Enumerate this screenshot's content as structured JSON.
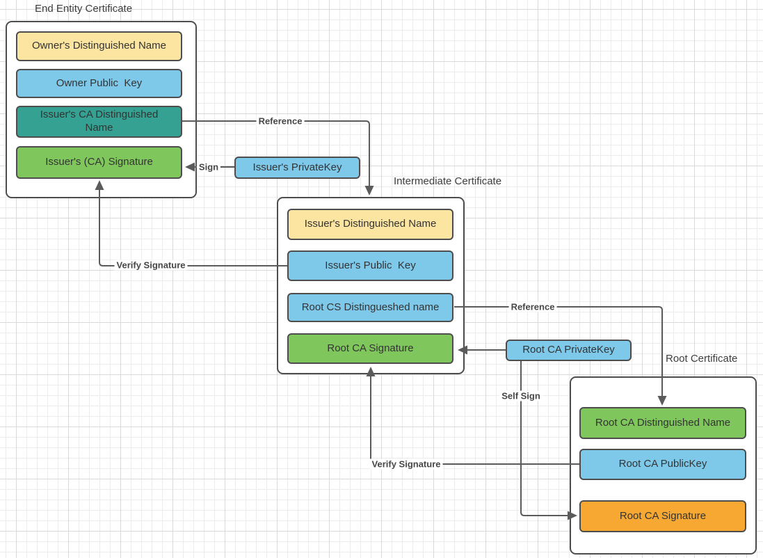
{
  "certs": {
    "end_entity": {
      "title": "End Entity Certificate",
      "fields": {
        "owner_dn": "Owner's Distinguished Name",
        "owner_public_key": "Owner Public  Key",
        "issuer_ca_dn": "Issuer's CA Distinguished Name",
        "issuer_ca_signature": "Issuer's (CA) Signature"
      }
    },
    "intermediate": {
      "title": "Intermediate Certificate",
      "fields": {
        "issuer_dn": "Issuer's Distinguished Name",
        "issuer_public_key": "Issuer's Public  Key",
        "root_cs_dn": "Root CS Distingueshed name",
        "root_ca_signature": "Root CA Signature"
      }
    },
    "root": {
      "title": "Root Certificate",
      "fields": {
        "root_ca_dn": "Root CA Distinguished Name",
        "root_ca_public_key": "Root CA PublicKey",
        "root_ca_signature": "Root CA Signature"
      }
    }
  },
  "keys": {
    "issuer_private_key": "Issuer's PrivateKey",
    "root_ca_private_key": "Root CA PrivateKey"
  },
  "edges": {
    "reference_1": "Reference",
    "sign": "Sign",
    "verify_signature_1": "Verify Signature",
    "reference_2": "Reference",
    "self_sign": "Self Sign",
    "verify_signature_2": "Verify Signature"
  },
  "palette": {
    "field_yellow": "#fbe5a0",
    "field_blue": "#7ec9ea",
    "field_teal": "#35a192",
    "field_green": "#7fc75c",
    "field_orange": "#f6a832",
    "shape_border": "#4d4d4d",
    "connector_line": "#5b5b5b",
    "grid_minor": "#ececec",
    "grid_major": "#d9d9d9",
    "canvas_bg": "#ffffff"
  }
}
